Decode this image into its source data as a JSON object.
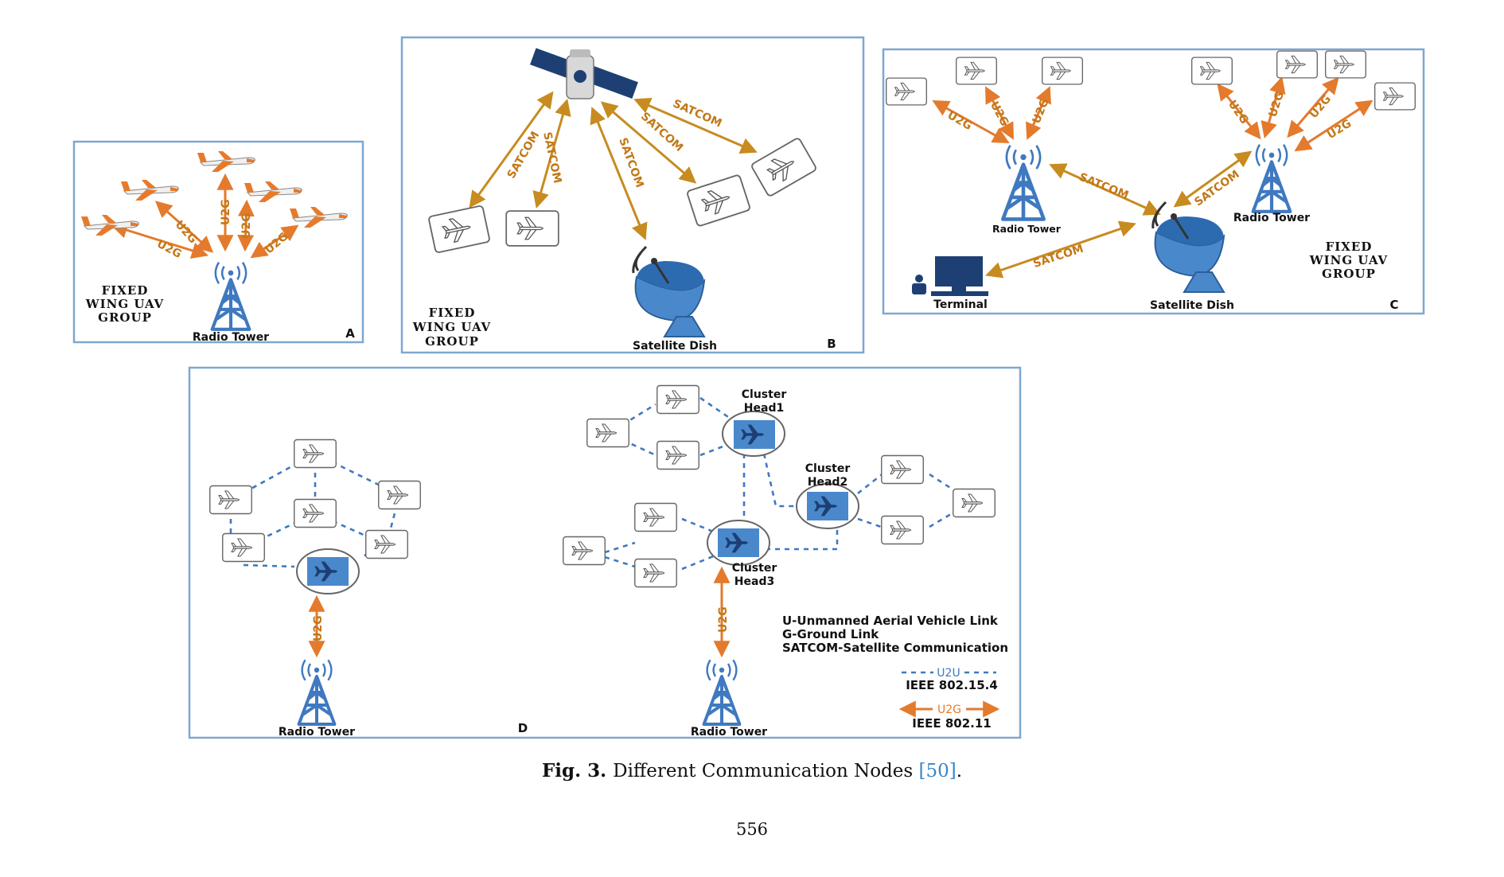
{
  "panel_a": {
    "letter": "A",
    "group_label": [
      "FIXED",
      "WING UAV",
      "GROUP"
    ],
    "tower_label": "Radio Tower",
    "link_label": "U2G"
  },
  "panel_b": {
    "letter": "B",
    "group_label": [
      "FIXED",
      "WING UAV",
      "GROUP"
    ],
    "dish_label": "Satellite Dish",
    "link_label": "SATCOM"
  },
  "panel_c": {
    "letter": "C",
    "group_label": [
      "FIXED",
      "WING UAV",
      "GROUP"
    ],
    "tower_label_left": "Radio Tower",
    "tower_label_right": "Radio Tower",
    "dish_label": "Satellite Dish",
    "terminal_label": "Terminal",
    "u2g_label": "U2G",
    "satcom_label": "SATCOM"
  },
  "panel_d": {
    "letter": "D",
    "tower_label_left": "Radio Tower",
    "tower_label_right": "Radio Tower",
    "cluster_head_1": [
      "Cluster",
      "Head1"
    ],
    "cluster_head_2": [
      "Cluster",
      "Head2"
    ],
    "cluster_head_3": [
      "Cluster",
      "Head3"
    ],
    "u2g_label": "U2G",
    "legend": {
      "line1": "U-Unmanned Aerial Vehicle Link",
      "line2": "G-Ground Link",
      "line3": "SATCOM-Satellite Communication",
      "u2u_key": "U2U",
      "u2u_standard": "IEEE 802.15.4",
      "u2g_key": "U2G",
      "u2g_standard": "IEEE 802.11"
    }
  },
  "caption": {
    "label": "Fig. 3.",
    "text": "Different Communication Nodes",
    "ref": "[50]",
    "end": "."
  },
  "page_number": "556",
  "colors": {
    "panel_border": "#7fa7cf",
    "tower_blue": "#3f79c0",
    "satcom_link": "#c78b1f",
    "u2g_link": "#e47a2c",
    "cluster_fill": "#4a88cc"
  }
}
